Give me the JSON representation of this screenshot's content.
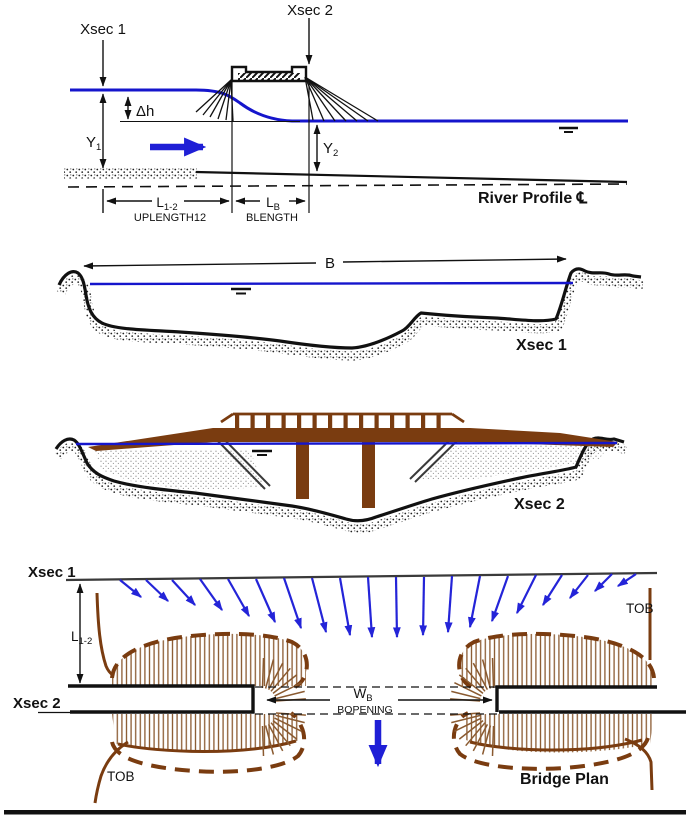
{
  "colors": {
    "water_blue": "#1515cc",
    "arrow_blue": "#2424d8",
    "flow_blue": "#1f1fd6",
    "embankment_brown": "#7a3c10",
    "scour_hatch_brown": "#8a5a30",
    "ink": "#111111"
  },
  "profile": {
    "xsec1_label": "Xsec 1",
    "xsec2_label": "Xsec 2",
    "delta_h_label": "Δh",
    "y1_main": "Y",
    "y1_sub": "1",
    "y2_main": "Y",
    "y2_sub": "2",
    "l12_main": "L",
    "l12_sub": "1-2",
    "uplength_label": "UPLENGTH12",
    "lb_main": "L",
    "lb_sub": "B",
    "blength_label": "BLENGTH",
    "caption": "River Profile ℄"
  },
  "xsec1_panel": {
    "b_label": "B",
    "caption": "Xsec 1"
  },
  "xsec2_panel": {
    "caption": "Xsec 2"
  },
  "plan": {
    "xsec1_label": "Xsec 1",
    "xsec2_label": "Xsec 2",
    "l12_main": "L",
    "l12_sub": "1-2",
    "tob_left_label": "TOB",
    "tob_right_label": "TOB",
    "wb_main": "W",
    "wb_sub": "B",
    "bopening_label": "BOPENING",
    "caption": "Bridge Plan"
  }
}
